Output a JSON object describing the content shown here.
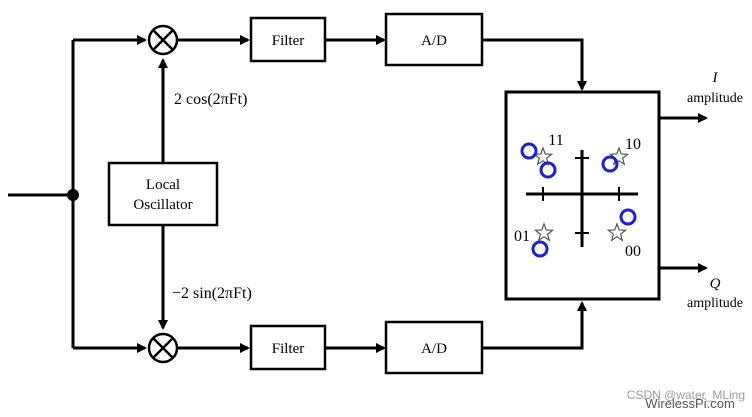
{
  "blocks": {
    "filter_top": "Filter",
    "adc_top": "A/D",
    "filter_bottom": "Filter",
    "adc_bottom": "A/D",
    "local_oscillator_line1": "Local",
    "local_oscillator_line2": "Oscillator"
  },
  "signals": {
    "cos_label": "2 cos(2πFt)",
    "sin_label": "−2 sin(2πFt)"
  },
  "outputs": {
    "i_symbol": "I",
    "i_text": "amplitude",
    "q_symbol": "Q",
    "q_text": "amplitude"
  },
  "constellation": {
    "labels": {
      "q11": "11",
      "q10": "10",
      "q01": "01",
      "q00": "00"
    },
    "marker_colors": {
      "received_circle": "#1f1fd1",
      "ideal_star": "#555555"
    }
  },
  "watermarks": {
    "wirelesspi": "WirelessPi.com",
    "csdn": "CSDN @water_MLing"
  }
}
